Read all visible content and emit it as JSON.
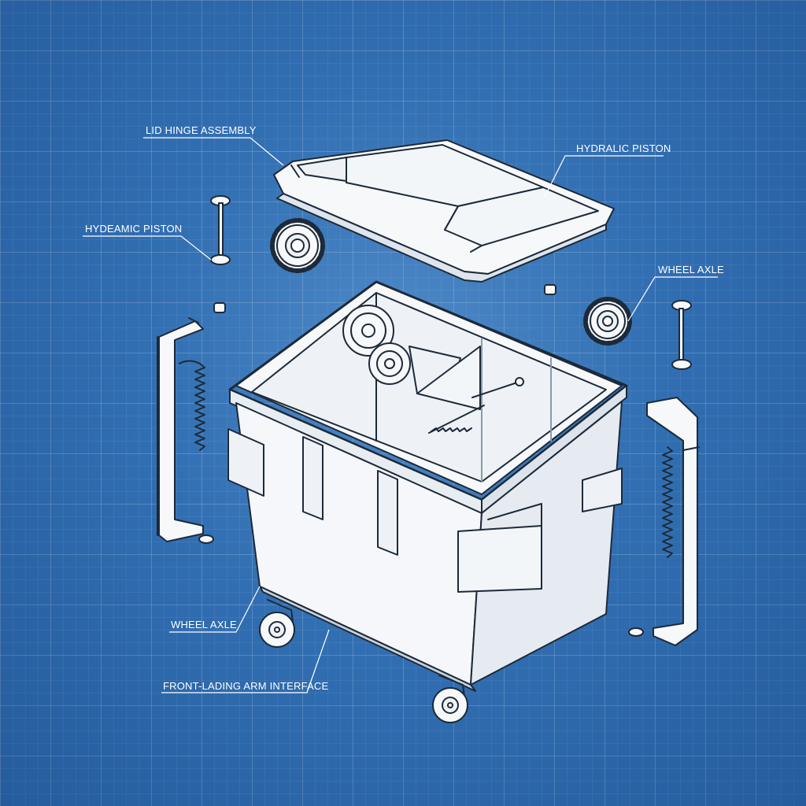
{
  "colors": {
    "background": "#2f6db0",
    "grid": "#ffffff",
    "line_art": "#1c2a3a",
    "part_fill": "#f7f8fa"
  },
  "callouts": {
    "lid_hinge": "LID HINGE ASSEMBLY",
    "hydraulic_piston_right": "HYDRALIC PISTON",
    "hydraulic_piston_left": "HYDEAMIC PISTON",
    "wheel_axle_right": "WHEEL AXLE",
    "wheel_axle_left": "WHEEL AXLE",
    "front_loading_arm": "FRONT-LADING ARM INTERFACE"
  },
  "parts": [
    {
      "name": "lid",
      "icon": "lid-icon"
    },
    {
      "name": "container-body",
      "icon": "container-icon"
    },
    {
      "name": "gear-left",
      "icon": "gear-icon"
    },
    {
      "name": "gear-right",
      "icon": "gear-icon"
    },
    {
      "name": "piston-left",
      "icon": "piston-icon"
    },
    {
      "name": "piston-right",
      "icon": "piston-icon"
    },
    {
      "name": "arm-left",
      "icon": "arm-bracket-icon"
    },
    {
      "name": "arm-right",
      "icon": "arm-bracket-icon"
    },
    {
      "name": "caster-front",
      "icon": "wheel-icon"
    },
    {
      "name": "caster-rear",
      "icon": "wheel-icon"
    }
  ]
}
